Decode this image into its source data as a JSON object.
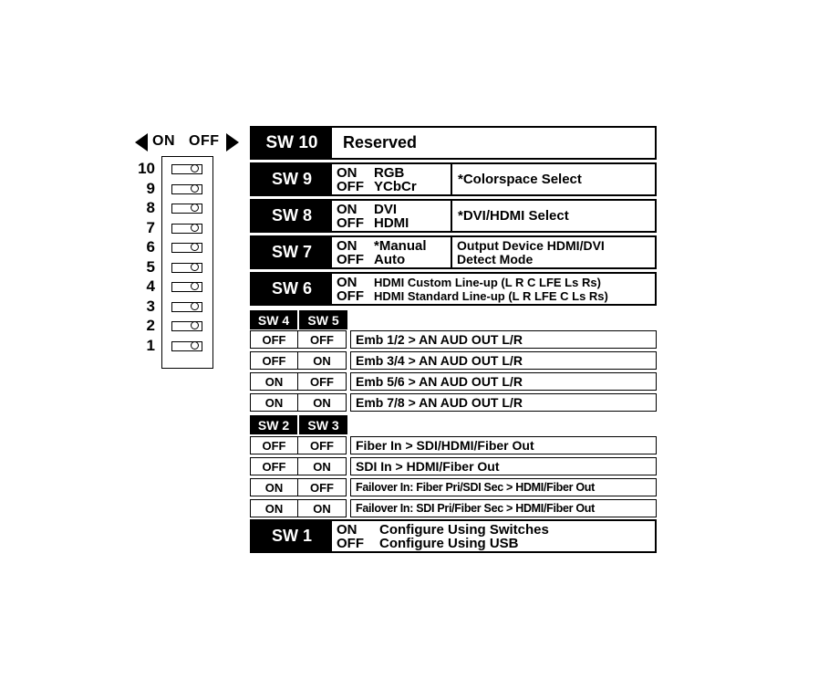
{
  "dip": {
    "on_label": "ON",
    "off_label": "OFF",
    "numbers": [
      "10",
      "9",
      "8",
      "7",
      "6",
      "5",
      "4",
      "3",
      "2",
      "1"
    ]
  },
  "sw10": {
    "label": "SW 10",
    "text": "Reserved"
  },
  "sw9": {
    "label": "SW 9",
    "on": "ON",
    "on_val": "RGB",
    "off": "OFF",
    "off_val": "YCbCr",
    "desc": "*Colorspace Select"
  },
  "sw8": {
    "label": "SW 8",
    "on": "ON",
    "on_val": "DVI",
    "off": "OFF",
    "off_val": "HDMI",
    "desc": "*DVI/HDMI Select"
  },
  "sw7": {
    "label": "SW 7",
    "on": "ON",
    "on_val": "*Manual",
    "off": "OFF",
    "off_val": "Auto",
    "desc1": "Output Device HDMI/DVI",
    "desc2": "Detect Mode"
  },
  "sw6": {
    "label": "SW 6",
    "on": "ON",
    "on_val": "HDMI Custom Line-up (L R C LFE Ls Rs)",
    "off": "OFF",
    "off_val": "HDMI Standard Line-up (L R LFE C Ls Rs)"
  },
  "sw45": {
    "h1": "SW 4",
    "h2": "SW 5",
    "rows": [
      {
        "a": "OFF",
        "b": "OFF",
        "d": "Emb 1/2 > AN AUD OUT L/R"
      },
      {
        "a": "OFF",
        "b": "ON",
        "d": "Emb 3/4 > AN AUD OUT L/R"
      },
      {
        "a": "ON",
        "b": "OFF",
        "d": "Emb 5/6 > AN AUD OUT L/R"
      },
      {
        "a": "ON",
        "b": "ON",
        "d": "Emb 7/8 > AN AUD OUT L/R"
      }
    ]
  },
  "sw23": {
    "h1": "SW 2",
    "h2": "SW 3",
    "rows": [
      {
        "a": "OFF",
        "b": "OFF",
        "d": "Fiber In > SDI/HDMI/Fiber Out"
      },
      {
        "a": "OFF",
        "b": "ON",
        "d": "SDI In > HDMI/Fiber Out"
      },
      {
        "a": "ON",
        "b": "OFF",
        "d": "Failover In: Fiber Pri/SDI Sec > HDMI/Fiber Out"
      },
      {
        "a": "ON",
        "b": "ON",
        "d": "Failover In: SDI Pri/Fiber Sec > HDMI/Fiber Out"
      }
    ]
  },
  "sw1": {
    "label": "SW 1",
    "on": "ON",
    "on_val": "Configure Using Switches",
    "off": "OFF",
    "off_val": "Configure Using USB"
  }
}
